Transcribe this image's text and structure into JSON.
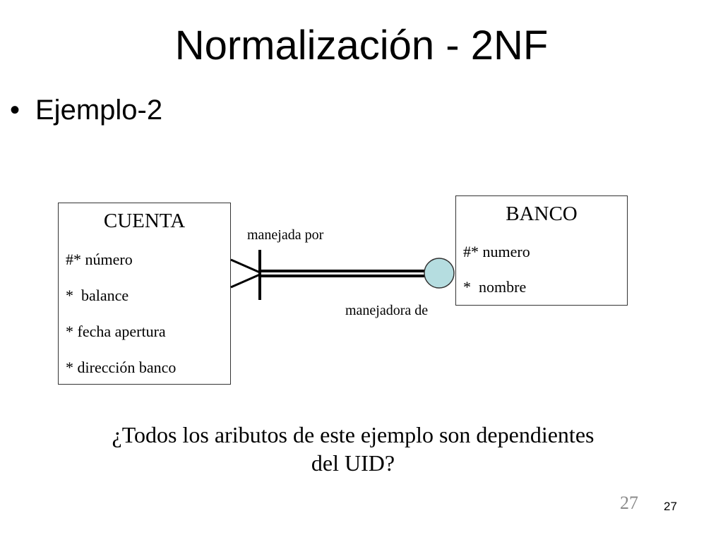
{
  "slide": {
    "title": "Normalización - 2NF",
    "bullet_marker": "•",
    "bullet": "Ejemplo-2",
    "question_line1": "¿Todos los aributos de este ejemplo son dependientes",
    "question_line2": "del UID?",
    "page_number_faded": "27",
    "page_number": "27"
  },
  "diagram": {
    "entities": [
      {
        "name": "CUENTA",
        "attributes": [
          "#* número",
          "*  balance",
          "* fecha apertura",
          "* dirección banco"
        ]
      },
      {
        "name": "BANCO",
        "attributes": [
          "#* numero",
          "*  nombre"
        ]
      }
    ],
    "relationship": {
      "label_from": "manejada por",
      "label_to": "manejadora de",
      "colors": {
        "circle_fill": "#b5dde0",
        "line": "#000000"
      }
    }
  }
}
